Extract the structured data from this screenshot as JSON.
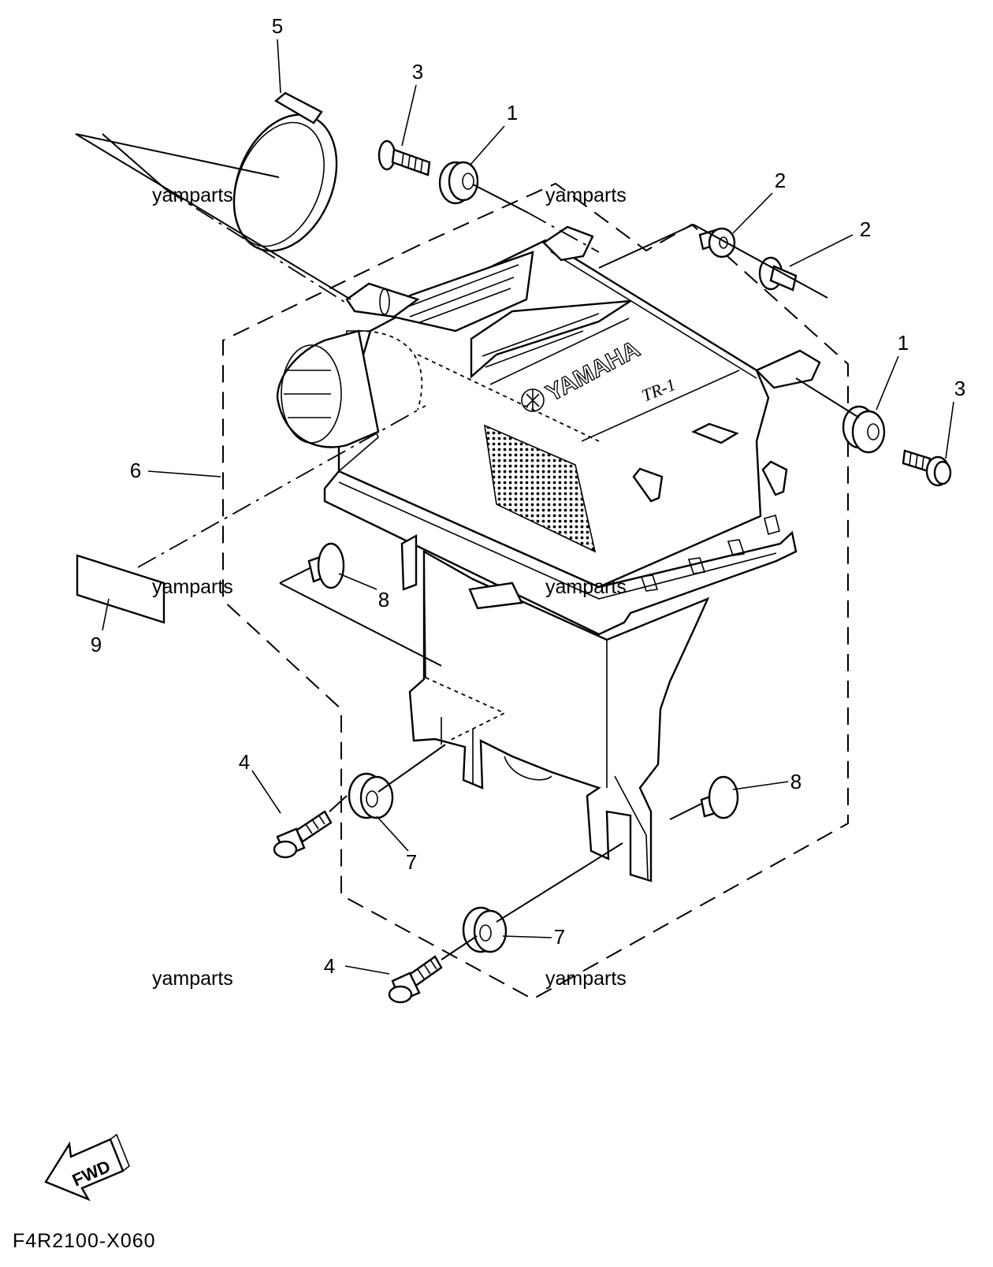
{
  "diagram_code": "F4R2100-X060",
  "fwd_label": "FWD",
  "brand": "YAMAHA",
  "model": "TR-1",
  "watermark": "yamparts",
  "callouts": {
    "c1a": "1",
    "c1b": "1",
    "c2a": "2",
    "c2b": "2",
    "c3a": "3",
    "c3b": "3",
    "c4a": "4",
    "c4b": "4",
    "c5": "5",
    "c6": "6",
    "c7a": "7",
    "c7b": "7",
    "c8a": "8",
    "c8b": "8",
    "c9": "9"
  }
}
